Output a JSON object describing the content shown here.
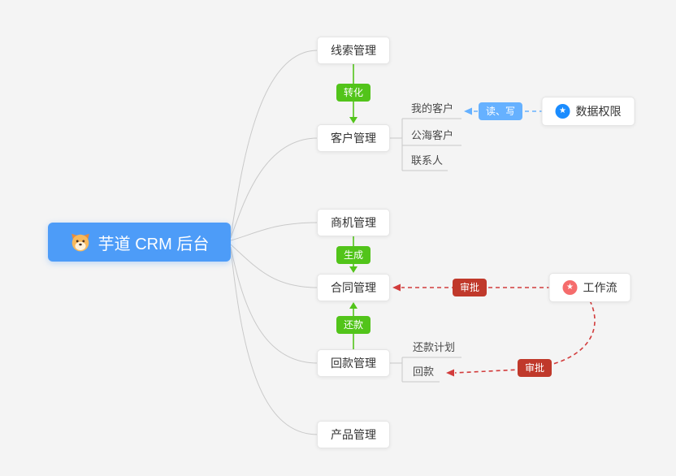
{
  "root": {
    "label": "芋道 CRM 后台",
    "icon": "dog-face"
  },
  "nodes": [
    {
      "label": "线索管理"
    },
    {
      "label": "客户管理",
      "children": [
        {
          "label": "我的客户"
        },
        {
          "label": "公海客户"
        },
        {
          "label": "联系人"
        }
      ]
    },
    {
      "label": "商机管理"
    },
    {
      "label": "合同管理"
    },
    {
      "label": "回款管理",
      "children": [
        {
          "label": "还款计划"
        },
        {
          "label": "回款"
        }
      ]
    },
    {
      "label": "产品管理"
    }
  ],
  "edge_labels": {
    "convert": "转化",
    "generate": "生成",
    "repayment": "还款",
    "read_write": "读、写",
    "approval": "审批"
  },
  "side_nodes": {
    "data_permission": {
      "label": "数据权限",
      "icon": "star"
    },
    "workflow": {
      "label": "工作流",
      "icon": "star"
    }
  },
  "icons": {
    "star_glyph": "★"
  },
  "colors": {
    "background": "#f4f4f4",
    "root_bg": "#4d9cf8",
    "green": "#52c41a",
    "light_blue": "#66b1ff",
    "dark_red": "#c0392b",
    "red_line": "#d23c3c",
    "permission_icon_bg": "#1a8cff",
    "workflow_icon_bg": "#f56c6c",
    "connector_gray": "#c9c9c9"
  }
}
